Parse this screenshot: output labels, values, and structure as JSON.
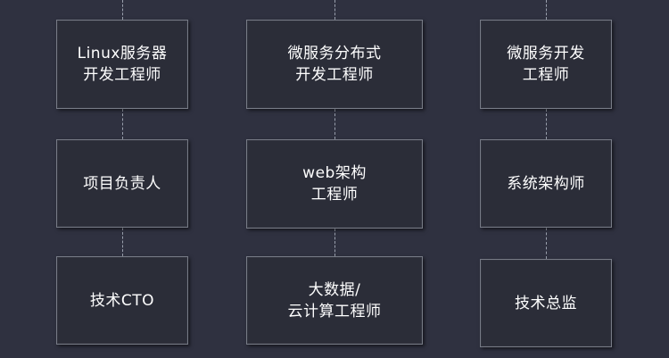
{
  "diagram": {
    "rows": [
      {
        "boxes": [
          {
            "label": "Linux服务器\n开发工程师"
          },
          {
            "label": "微服务分布式\n开发工程师"
          },
          {
            "label": "微服务开发\n工程师"
          }
        ]
      },
      {
        "boxes": [
          {
            "label": "项目负责人"
          },
          {
            "label": "web架构\n工程师"
          },
          {
            "label": "系统架构师"
          }
        ]
      },
      {
        "boxes": [
          {
            "label": "技术CTO"
          },
          {
            "label": "大数据/\n云计算工程师"
          },
          {
            "label": "技术总监"
          }
        ]
      }
    ]
  },
  "colors": {
    "background": "#2f3140",
    "box_fill": "#2b2d38",
    "box_border": "#777b86",
    "text": "#ffffff",
    "connector": "#9aa0ad"
  }
}
